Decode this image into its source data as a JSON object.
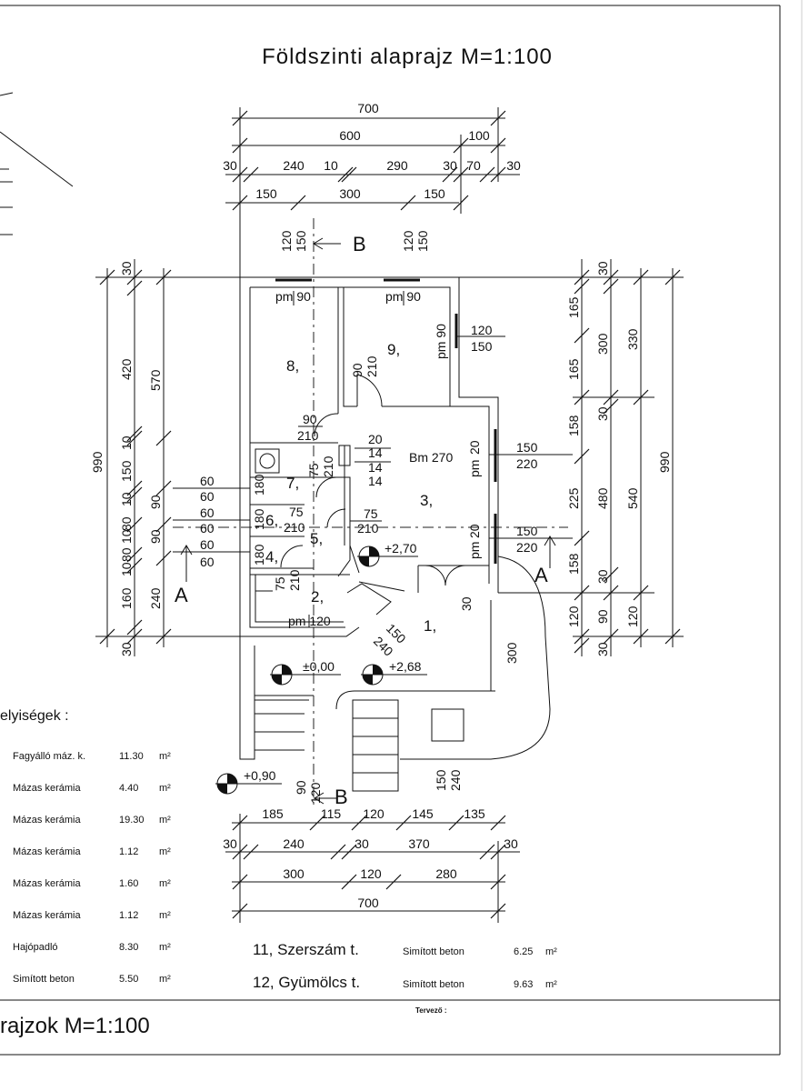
{
  "title": "Földszinti alaprajz M=1:100",
  "bottom_title": "rajzok M=1:100",
  "designer_label": "Tervező :",
  "left_heading": "elyiségek :",
  "top_dims": {
    "row1": [
      "700"
    ],
    "row2": [
      "600",
      "100"
    ],
    "row3": [
      "30",
      "240",
      "10",
      "290",
      "30",
      "70",
      "30"
    ],
    "row4": [
      "150",
      "300",
      "150"
    ]
  },
  "bottom_dims": {
    "row1": [
      "185",
      "115",
      "120",
      "145",
      "135"
    ],
    "row2": [
      "30",
      "240",
      "30",
      "370",
      "30"
    ],
    "row3": [
      "300",
      "120",
      "280"
    ],
    "row4": [
      "700"
    ]
  },
  "left_dims": {
    "outer": [
      "990"
    ],
    "mid": [
      "30",
      "420",
      "10",
      "150",
      "10",
      "80",
      "10",
      "80",
      "10",
      "160",
      "30"
    ],
    "inner": [
      "570",
      "90",
      "90",
      "240"
    ]
  },
  "right_dims": {
    "inner": [
      "30",
      "165",
      "165",
      "158",
      "225",
      "158",
      "120",
      "30"
    ],
    "mid": [
      "300",
      "30",
      "480",
      "30",
      "90"
    ],
    "mid2": [
      "330",
      "540",
      "120"
    ],
    "outer": [
      "990"
    ]
  },
  "rooms": [
    "8,",
    "9,",
    "7,",
    "6,",
    "5,",
    "4,",
    "3,",
    "2,",
    "1,"
  ],
  "openings": [
    "pm 90",
    "pm 90",
    "pm 90",
    "120",
    "150",
    "90",
    "210",
    "90",
    "210",
    "20",
    "14",
    "14",
    "14",
    "Bm 270",
    "20",
    "150",
    "220",
    "75",
    "210",
    "180",
    "60",
    "60",
    "180",
    "60",
    "60",
    "180",
    "75",
    "210",
    "60",
    "60",
    "75",
    "210",
    "75",
    "210",
    "20",
    "150",
    "220",
    "pm",
    "pm",
    "pm 120",
    "150",
    "240",
    "30",
    "300"
  ],
  "levels": [
    "+2,70",
    "±0,00",
    "+2,68",
    "+0,90"
  ],
  "section_labels": [
    "B",
    "B",
    "A",
    "A"
  ],
  "section_marks": [
    "120",
    "150",
    "120",
    "150",
    "90",
    "120",
    "150",
    "240"
  ],
  "floor_list": [
    {
      "mat": "Fagyálló máz. k.",
      "area": "11.30",
      "unit": "m²"
    },
    {
      "mat": "Mázas kerámia",
      "area": "4.40",
      "unit": "m²"
    },
    {
      "mat": "Mázas kerámia",
      "area": "19.30",
      "unit": "m²"
    },
    {
      "mat": "Mázas kerámia",
      "area": "1.12",
      "unit": "m²"
    },
    {
      "mat": "Mázas kerámia",
      "area": "1.60",
      "unit": "m²"
    },
    {
      "mat": "Mázas kerámia",
      "area": "1.12",
      "unit": "m²"
    },
    {
      "mat": "Hajópadló",
      "area": "8.30",
      "unit": "m²"
    },
    {
      "mat": "Simított beton",
      "area": "5.50",
      "unit": "m²"
    }
  ],
  "extra_rooms": [
    {
      "name": "11, Szerszám t.",
      "mat": "Simított beton",
      "area": "6.25",
      "unit": "m²"
    },
    {
      "name": "12, Gyümölcs t.",
      "mat": "Simított beton",
      "area": "9.63",
      "unit": "m²"
    }
  ]
}
